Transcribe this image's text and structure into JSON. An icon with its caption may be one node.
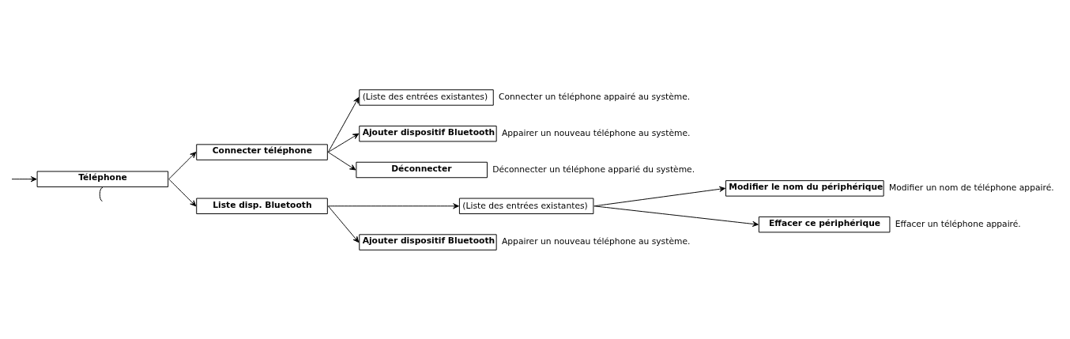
{
  "diagram": {
    "nodes": [
      {
        "text": [
          "Téléphone"
        ]
      },
      {
        "text": [
          "Connecter téléphone"
        ]
      },
      {
        "text": [
          "(Liste des entrées existantes)"
        ],
        "beside": [
          "Connecter un téléphone appairé au système."
        ]
      },
      {
        "text": [
          "Ajouter dispositif Bluetooth"
        ],
        "beside": [
          "Appairer un nouveau téléphone au système."
        ]
      },
      {
        "text": [
          "Déconnecter"
        ],
        "beside": [
          "Déconnecter un téléphone apparié du système."
        ]
      },
      {
        "text": [
          "Liste disp. Bluetooth"
        ]
      },
      {
        "text": [
          "(Liste des entrées existantes)"
        ]
      },
      {
        "text": [
          "Modifier le nom du périphérique"
        ],
        "beside": [
          "Modifier un nom de téléphone appairé."
        ]
      },
      {
        "text": [
          "Effacer ce périphérique"
        ],
        "beside": [
          "Effacer un téléphone appairé."
        ]
      },
      {
        "text": [
          "Ajouter dispositif Bluetooth"
        ],
        "beside": [
          "Appairer un nouveau téléphone au système."
        ]
      }
    ],
    "edges": [
      {
        "from": null,
        "to": 0,
        "arrow": "to"
      },
      {
        "from": 0,
        "to": 1,
        "arrow": "to"
      },
      {
        "from": 0,
        "to": 5,
        "arrow": "to"
      },
      {
        "from": 1,
        "to": 2,
        "arrow": "to"
      },
      {
        "from": 1,
        "to": 3,
        "arrow": "to"
      },
      {
        "from": 1,
        "to": 4,
        "arrow": "to"
      },
      {
        "from": 5,
        "to": 6,
        "arrow": "to"
      },
      {
        "from": 5,
        "to": 9,
        "arrow": "to"
      },
      {
        "from": 6,
        "to": 7,
        "arrow": "to"
      },
      {
        "from": 6,
        "to": 8,
        "arrow": "to"
      },
      {
        "from": 0,
        "to": null,
        "arrow": "none"
      }
    ]
  }
}
